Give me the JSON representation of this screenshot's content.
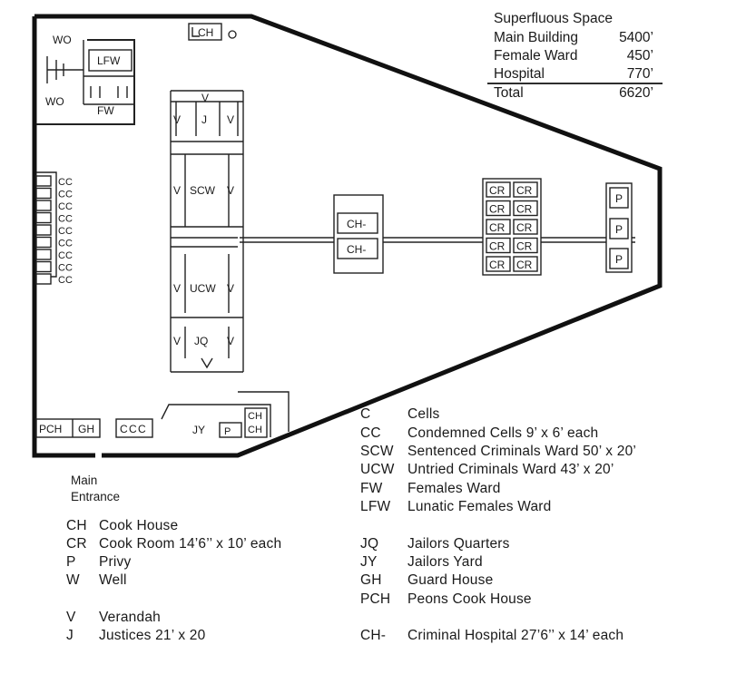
{
  "plan": {
    "labels": {
      "wo": "WO",
      "lfw": "LFW",
      "fw": "FW",
      "ch": "CH",
      "well": "O",
      "v": "V",
      "j": "J",
      "scw": "SCW",
      "ucw": "UCW",
      "jq": "JQ",
      "cc": "CC",
      "ch_hospital": "CH-",
      "cr": "CR",
      "p": "P",
      "pch": "PCH",
      "gh": "GH",
      "c": "C",
      "jy": "JY",
      "bp": "P"
    }
  },
  "superfluous": {
    "title": "Superfluous Space",
    "rows": [
      {
        "label": "Main Building",
        "value": "5400’"
      },
      {
        "label": "Female Ward",
        "value": "450’"
      },
      {
        "label": "Hospital",
        "value": "770’"
      }
    ],
    "total_label": "Total",
    "total_value": "6620’"
  },
  "entrance": {
    "line1": "Main",
    "line2": "Entrance"
  },
  "legend_left": [
    {
      "code": "CH",
      "desc": "Cook House"
    },
    {
      "code": "CR",
      "desc": "Cook Room 14’6’’ x 10’ each"
    },
    {
      "code": "P",
      "desc": "Privy"
    },
    {
      "code": "W",
      "desc": "Well"
    },
    {
      "code": "V",
      "desc": "Verandah"
    },
    {
      "code": "J",
      "desc": "Justices 21’ x 20"
    }
  ],
  "legend_right": [
    {
      "code": "C",
      "desc": "Cells"
    },
    {
      "code": "CC",
      "desc": "Condemned Cells 9’ x 6’ each"
    },
    {
      "code": "SCW",
      "desc": "Sentenced Criminals Ward 50’ x 20’"
    },
    {
      "code": "UCW",
      "desc": "Untried Criminals Ward 43’ x 20’"
    },
    {
      "code": "FW",
      "desc": "Females Ward"
    },
    {
      "code": "LFW",
      "desc": "Lunatic Females Ward"
    },
    {
      "code": "JQ",
      "desc": "Jailors Quarters"
    },
    {
      "code": "JY",
      "desc": "Jailors Yard"
    },
    {
      "code": "GH",
      "desc": "Guard House"
    },
    {
      "code": "PCH",
      "desc": "Peons Cook House"
    },
    {
      "code": "CH-",
      "desc": "Criminal Hospital 27’6’’ x 14’ each"
    }
  ]
}
